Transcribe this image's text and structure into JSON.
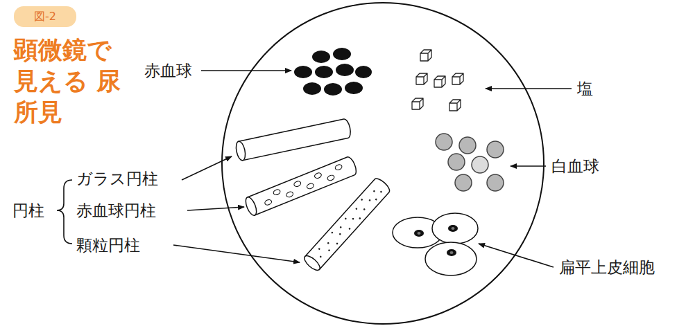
{
  "diagram": {
    "title": "顕微鏡で 見える 尿所見",
    "nodes": [
      {
        "text": [
          "図-2"
        ]
      }
    ],
    "labels": [
      "赤血球",
      "塩",
      "白血球",
      "ガラス円柱",
      "円柱",
      "赤血球円柱",
      "顆粒円柱",
      "扁平上皮細胞"
    ]
  }
}
